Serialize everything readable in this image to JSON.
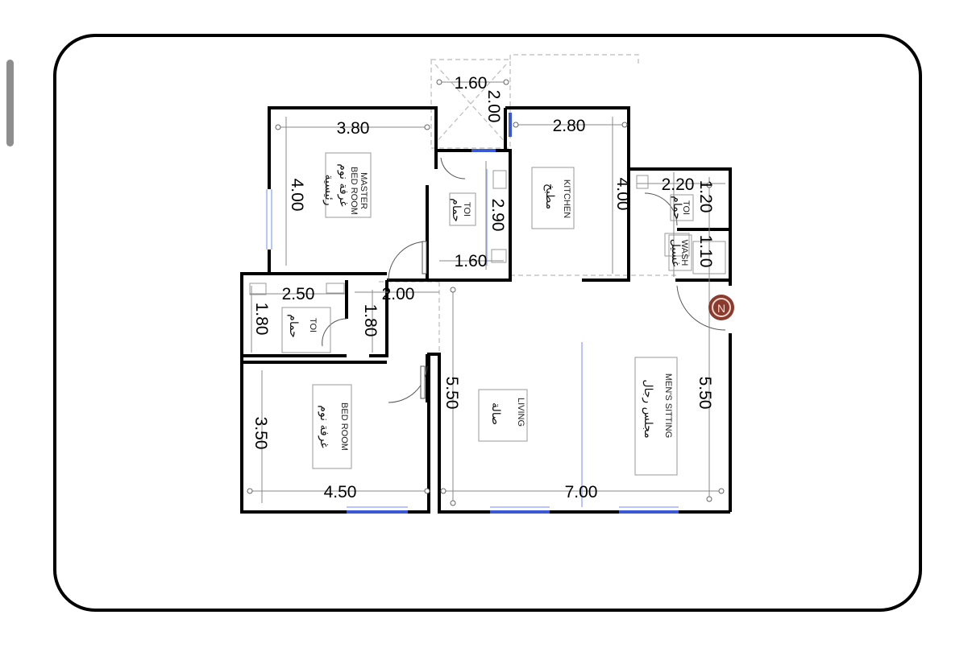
{
  "dimensions": {
    "porch_w": "1.60",
    "porch_h": "2.00",
    "master_w": "3.80",
    "master_h": "4.00",
    "kitchen_w": "2.80",
    "kitchen_h": "4.00",
    "toi_center_h": "2.90",
    "toi_center_w": "1.60",
    "toi_right_w": "2.20",
    "toi_right_h": "1.20",
    "wash_h": "1.10",
    "toi_left_w": "2.50",
    "toi_left_h": "1.80",
    "corridor_w": "2.00",
    "corridor_h": "1.80",
    "living_h": "5.50",
    "sitting_h": "5.50",
    "bed_h": "3.50",
    "bed_w": "4.50",
    "living_sitting_w": "7.00"
  },
  "rooms": {
    "master": {
      "en1": "MASTER",
      "en2": "BED ROOM",
      "ar1": "غرفة نوم",
      "ar2": "رئيسية"
    },
    "kitchen": {
      "en": "KITCHEN",
      "ar": "مطبخ"
    },
    "toi_center": {
      "en": "TOI",
      "ar": "حمام"
    },
    "toi_right": {
      "en": "TOI",
      "ar": "حمام"
    },
    "wash": {
      "en": "WASH",
      "ar": "غسيل"
    },
    "toi_left": {
      "en": "TOI",
      "ar": "حمام"
    },
    "bedroom": {
      "en": "BED ROOM",
      "ar": "غرفة نوم"
    },
    "living": {
      "en": "LIVING",
      "ar": "صالة"
    },
    "sitting": {
      "en": "MEN'S SITTING",
      "ar": "مجلس رجال"
    }
  },
  "north_symbol": "N",
  "colors": {
    "wall": "#000000",
    "window": "#3a57d6",
    "north": "#8b3a2e"
  }
}
